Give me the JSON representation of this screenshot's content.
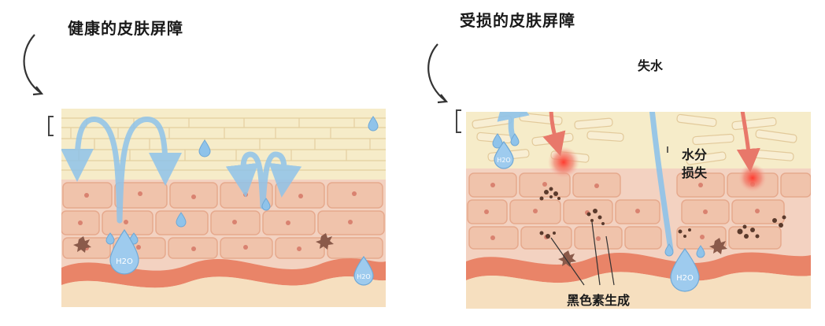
{
  "panels": {
    "healthy": {
      "title": "健康的皮肤屏障"
    },
    "damaged": {
      "title": "受损的皮肤屏障"
    }
  },
  "labels": {
    "water_loss": "失水",
    "moisture_loss_line1": "水分",
    "moisture_loss_line2": "损失",
    "melanin": "黑色素生成",
    "h2o": "H2O"
  },
  "colors": {
    "stratum_corneum": "#f6ecc9",
    "epidermis": "#f3d2c1",
    "cell": "#f0c3ab",
    "cell_border": "#e6a98d",
    "nucleus": "#d98270",
    "basal_band": "#e98468",
    "dermis": "#f6dfbf",
    "water_arrow": "#8fc3ea",
    "irritant_arrow": "#e8786a",
    "melanin": "#5a3a2c"
  }
}
